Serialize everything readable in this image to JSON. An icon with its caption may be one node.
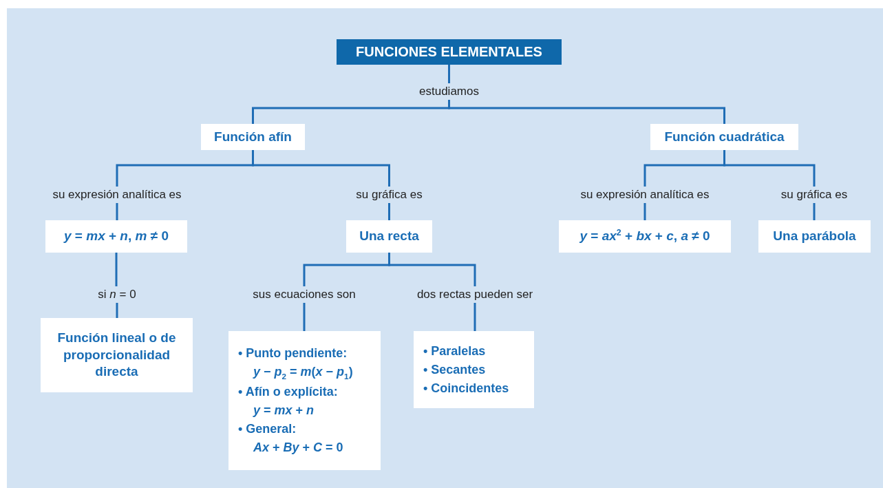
{
  "diagram": {
    "nodes": [
      {
        "text": [
          "FUNCIONES ELEMENTALES"
        ]
      },
      {
        "text": [
          "estudiamos"
        ]
      },
      {
        "text": [
          "Función afín"
        ]
      },
      {
        "text": [
          "Función cuadrática"
        ]
      },
      {
        "text": [
          "su expresión analítica es"
        ]
      },
      {
        "text": [
          "su gráfica es"
        ]
      },
      {
        "text": [
          "*y* = *mx* + *n*, *m* ≠ 0"
        ]
      },
      {
        "text": [
          "Una recta"
        ]
      },
      {
        "text": [
          "si *n* = 0"
        ]
      },
      {
        "text": [
          "Función lineal o de proporcionalidad directa"
        ]
      },
      {
        "text": [
          "sus ecuaciones son"
        ]
      },
      {
        "text": [
          "dos rectas pueden ser"
        ]
      },
      {
        "text": [
          "• Punto pendiente:",
          "*y* − *p*$_{2}$ = *m*(*x* − *p*$_{1}$)",
          "• Afín o explícita:",
          "*y* = *mx* + *n*",
          "• General:",
          "*Ax* + *By* + *C* = 0"
        ]
      },
      {
        "text": [
          "• Paralelas",
          "• Secantes",
          "• Coincidentes"
        ]
      },
      {
        "text": [
          "su expresión analítica es"
        ]
      },
      {
        "text": [
          "su gráfica es"
        ]
      },
      {
        "text": [
          "*y* = *ax*$^{2}$ + *bx* + *c*, *a* ≠ 0"
        ]
      },
      {
        "text": [
          "Una parábola"
        ]
      }
    ],
    "edges": [
      {
        "from": 0,
        "to": 1,
        "arrow": "none"
      },
      {
        "from": 1,
        "to": 2,
        "arrow": "none"
      },
      {
        "from": 1,
        "to": 3,
        "arrow": "none"
      },
      {
        "from": 2,
        "to": 4,
        "arrow": "none"
      },
      {
        "from": 2,
        "to": 5,
        "arrow": "none"
      },
      {
        "from": 4,
        "to": 6,
        "arrow": "none"
      },
      {
        "from": 5,
        "to": 7,
        "arrow": "none"
      },
      {
        "from": 6,
        "to": 8,
        "arrow": "none"
      },
      {
        "from": 8,
        "to": 9,
        "arrow": "none"
      },
      {
        "from": 7,
        "to": 10,
        "arrow": "none"
      },
      {
        "from": 7,
        "to": 11,
        "arrow": "none"
      },
      {
        "from": 10,
        "to": 12,
        "arrow": "none"
      },
      {
        "from": 11,
        "to": 13,
        "arrow": "none"
      },
      {
        "from": 3,
        "to": 14,
        "arrow": "none"
      },
      {
        "from": 3,
        "to": 15,
        "arrow": "none"
      },
      {
        "from": 14,
        "to": 16,
        "arrow": "none"
      },
      {
        "from": 15,
        "to": 17,
        "arrow": "none"
      }
    ]
  }
}
